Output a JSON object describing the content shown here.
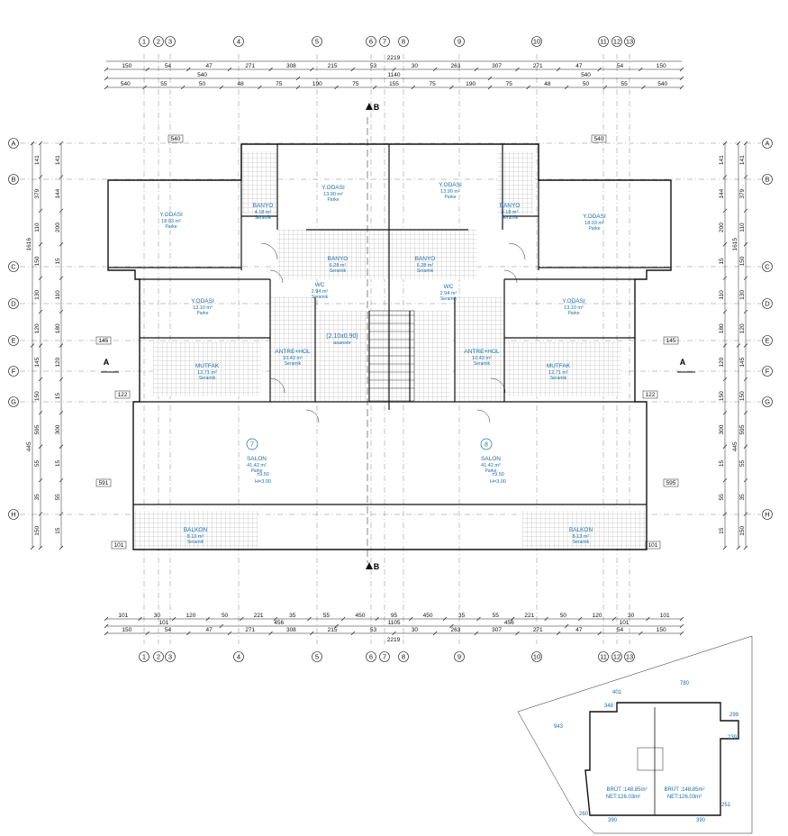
{
  "colors": {
    "ink": "#111111",
    "room_text": "#1b6fa5",
    "grid": "#555555"
  },
  "grid_cols": [
    "1",
    "2",
    "3",
    "4",
    "5",
    "6",
    "7",
    "8",
    "9",
    "10",
    "11",
    "12",
    "13"
  ],
  "grid_rows": [
    "A",
    "B",
    "C",
    "D",
    "E",
    "F",
    "G",
    "H"
  ],
  "dims": {
    "top_total": "2219",
    "top_row1": [
      "150",
      "54",
      "47",
      "271",
      "308",
      "215",
      "53",
      "30",
      "263",
      "307",
      "271",
      "47",
      "54",
      "150"
    ],
    "top_row2": [
      "540",
      "1140",
      "540"
    ],
    "top_row3": [
      "540",
      "55",
      "50",
      "48",
      "75",
      "190",
      "75",
      "155",
      "75",
      "190",
      "75",
      "48",
      "50",
      "55",
      "540"
    ],
    "bottom_row1": [
      "101",
      "30",
      "120",
      "50",
      "221",
      "35",
      "55",
      "450",
      "95",
      "450",
      "35",
      "55",
      "221",
      "50",
      "120",
      "30",
      "101"
    ],
    "bottom_row2": [
      "101",
      "456",
      "1105",
      "456",
      "101"
    ],
    "bottom_row3": [
      "150",
      "54",
      "47",
      "271",
      "308",
      "215",
      "53",
      "30",
      "263",
      "307",
      "271",
      "47",
      "54",
      "150"
    ],
    "bottom_total": "2219",
    "left_col1": [
      "141",
      "379",
      "110",
      "150",
      "130",
      "120",
      "145",
      "150",
      "595",
      "55",
      "35",
      "150"
    ],
    "left_col2": [
      "141",
      "144",
      "200",
      "15",
      "110",
      "180",
      "120",
      "15",
      "300",
      "15",
      "55",
      "15"
    ],
    "left_col3": [
      "1616",
      "445"
    ],
    "right_col1": [
      "141",
      "144",
      "200",
      "15",
      "110",
      "180",
      "120",
      "150",
      "300",
      "15",
      "55",
      "15"
    ],
    "right_col2": [
      "141",
      "379",
      "110",
      "150",
      "130",
      "120",
      "145",
      "150",
      "595",
      "55",
      "35",
      "150"
    ],
    "right_col3": [
      "1615",
      "445"
    ]
  },
  "rooms": [
    {
      "name": "Y.ODASI",
      "area": "18.03 m²",
      "floor": "Parke"
    },
    {
      "name": "BANYO",
      "area": "4.18 m²",
      "floor": "Seramik"
    },
    {
      "name": "Y.ODASI",
      "area": "13.90 m²",
      "floor": "Parke"
    },
    {
      "name": "Y.ODASI",
      "area": "13.90 m²",
      "floor": "Parke"
    },
    {
      "name": "BANYO",
      "area": "4.18 m²",
      "floor": "Seramik"
    },
    {
      "name": "Y.ODASI",
      "area": "18.03 m²",
      "floor": "Parke"
    },
    {
      "name": "BANYO",
      "area": "6.28 m²",
      "floor": "Seramik"
    },
    {
      "name": "BANYO",
      "area": "6.28 m²",
      "floor": "Seramik"
    },
    {
      "name": "WC",
      "area": "2.94 m²",
      "floor": "Seramik"
    },
    {
      "name": "WC",
      "area": "2.94 m²",
      "floor": "Seramik"
    },
    {
      "name": "Y.ODASI",
      "area": "13.10 m²",
      "floor": "Parke"
    },
    {
      "name": "Y.ODASI",
      "area": "13.10 m²",
      "floor": "Parke"
    },
    {
      "name": "ANTRE+HOL",
      "area": "10.43 m²",
      "floor": "Seramik"
    },
    {
      "name": "ANTRE+HOL",
      "area": "10.43 m²",
      "floor": "Seramik"
    },
    {
      "name": "MUTFAK",
      "area": "12.71 m²",
      "floor": "Seramik"
    },
    {
      "name": "MUTFAK",
      "area": "12.71 m²",
      "floor": "Seramik"
    },
    {
      "name": "SALON",
      "area": "41.42 m²",
      "floor": "Parke"
    },
    {
      "name": "SALON",
      "area": "41.42 m²",
      "floor": "Parke"
    },
    {
      "name": "BALKON",
      "area": "8.13 m²",
      "floor": "Seramik"
    },
    {
      "name": "BALKON",
      "area": "8.13 m²",
      "floor": "Seramik"
    }
  ],
  "stair_label": "(2.10x0.90)",
  "stair_sub": "asansör",
  "unit_numbers": [
    "7",
    "8"
  ],
  "levels": [
    "±9.50",
    "H=3.00",
    "±9.50",
    "H=3.00"
  ],
  "section_marks": {
    "a": "A",
    "b": "B"
  },
  "small_tags": [
    "101",
    "101",
    "122",
    "122",
    "591",
    "595",
    "145",
    "145",
    "540",
    "540"
  ],
  "site": {
    "dims": [
      "780",
      "401",
      "348",
      "943",
      "299",
      "239",
      "251",
      "390",
      "390",
      "260"
    ],
    "unit_left": {
      "brut": "BRÜT :148.85m²",
      "net": "NET:126.03m²"
    },
    "unit_right": {
      "brut": "BRÜT :148.85m²",
      "net": "NET:126.03m²"
    }
  }
}
